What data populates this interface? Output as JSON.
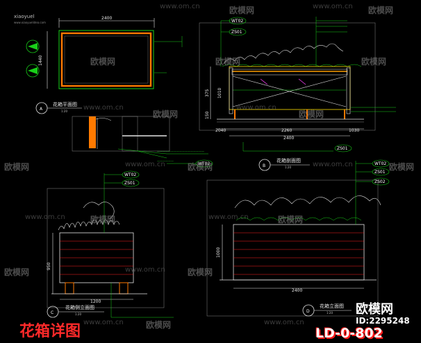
{
  "watermarks": {
    "top_logo_cn": "欧模网",
    "top_url": "www.om.cn",
    "mid_url": "www.om.cn",
    "top_left_user": "xiaoyuel",
    "top_left_url": "www.xiaoyuelidea.com"
  },
  "views": {
    "plan": {
      "letter": "A",
      "title": "花箱平面图",
      "scale": "1:20",
      "dim_width": "2400",
      "dim_height": "1440"
    },
    "section": {
      "letter": "B",
      "title": "花箱剖面图",
      "scale": "1:20",
      "dim_total": "2400",
      "dim_mid": "2260",
      "dim_left": "2040",
      "dim_right": "1030",
      "dim_h1": "375",
      "dim_h2": "150",
      "dim_h3": "1010",
      "tag_top": "WT02",
      "tag_top2": "ZS01",
      "tag_bottom": "ZS01"
    },
    "side": {
      "letter": "C",
      "title": "花箱侧立面图",
      "scale": "1:20",
      "dim_width": "1200",
      "dim_height": "950",
      "tag_top": "WT02",
      "tag_top2": "ZS01"
    },
    "front": {
      "letter": "D",
      "title": "花箱立面图",
      "scale": "1:20",
      "dim_width": "2400",
      "dim_height": "1000",
      "tag_top": "WT02",
      "tag_top2": "ZS01",
      "tag_top3": "ZS02"
    }
  },
  "detail_tag": "WT02",
  "sheet": {
    "title_cn": "花箱详图",
    "code": "LD-0-802",
    "brand": "欧模网",
    "id_label": "ID:2295248"
  },
  "colors": {
    "outline": "#19d019",
    "wood": "#ff7a00",
    "text": "#e8e8e8",
    "title": "#ff2a2a"
  }
}
